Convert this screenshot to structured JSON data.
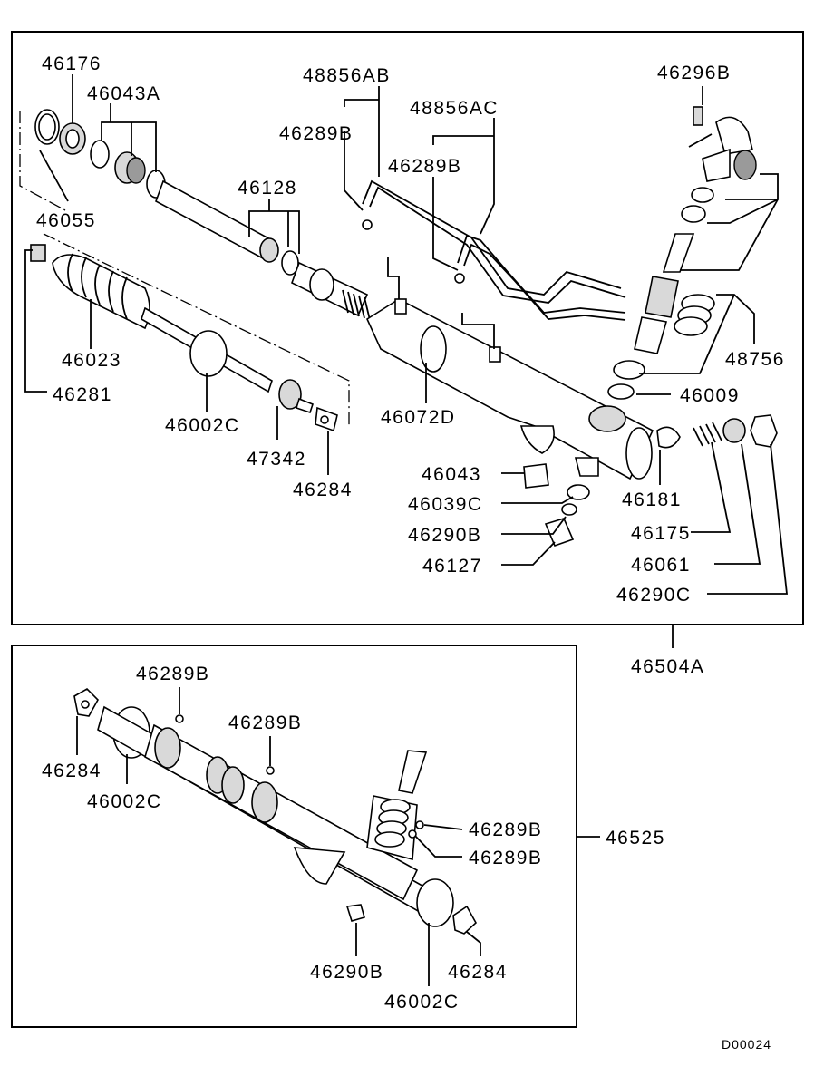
{
  "upper_assembly": {
    "labels": {
      "p46176": "46176",
      "p46043A": "46043A",
      "p46055": "46055",
      "p46023": "46023",
      "p46281": "46281",
      "p46128": "46128",
      "p46002C": "46002C",
      "p47342": "47342",
      "p46284": "46284",
      "p48856AB": "48856AB",
      "p46289B_a": "46289B",
      "p48856AC": "48856AC",
      "p46289B_b": "46289B",
      "p46072D": "46072D",
      "p46296B": "46296B",
      "p48756": "48756",
      "p46009": "46009",
      "p46043": "46043",
      "p46039C": "46039C",
      "p46290B": "46290B",
      "p46127": "46127",
      "p46181": "46181",
      "p46175": "46175",
      "p46061": "46061",
      "p46290C": "46290C"
    },
    "assembly_label": "46504A"
  },
  "lower_assembly": {
    "labels": {
      "p46289B_top": "46289B",
      "p46289B_mid": "46289B",
      "p46284_left": "46284",
      "p46002C_left": "46002C",
      "p46289B_right1": "46289B",
      "p46289B_right2": "46289B",
      "p46290B": "46290B",
      "p46284_right": "46284",
      "p46002C_bottom": "46002C"
    },
    "assembly_label": "46525"
  },
  "diagram_code": "D00024"
}
